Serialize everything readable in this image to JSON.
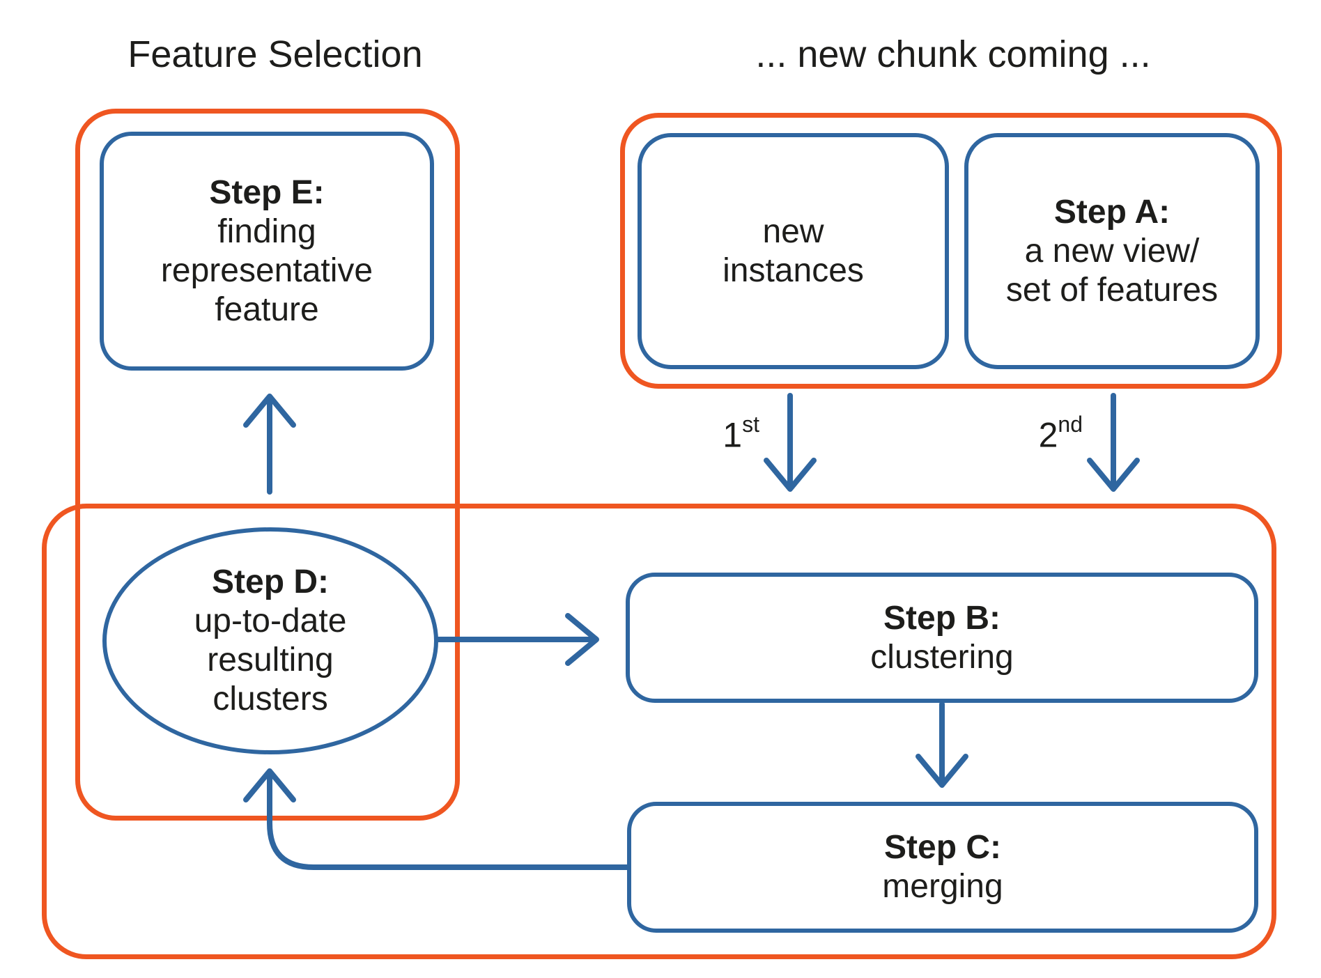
{
  "titles": {
    "left": "Feature Selection",
    "right": "... new chunk coming ..."
  },
  "colors": {
    "orange": "#EF5621",
    "blue": "#2F66A0",
    "text": "#1D1D1B",
    "background": "#FFFFFF"
  },
  "nodes": {
    "step_e": {
      "title": "Step E:",
      "lines": [
        "finding",
        "representative",
        "feature"
      ]
    },
    "new_instances": {
      "lines": [
        "new",
        "instances"
      ]
    },
    "step_a": {
      "title": "Step A:",
      "lines": [
        "a new view/",
        "set of features"
      ]
    },
    "step_d": {
      "title": "Step D:",
      "lines": [
        "up-to-date",
        "resulting",
        "clusters"
      ]
    },
    "step_b": {
      "title": "Step B:",
      "lines": [
        "clustering"
      ]
    },
    "step_c": {
      "title": "Step C:",
      "lines": [
        "merging"
      ]
    }
  },
  "arrow_labels": {
    "first": {
      "base": "1",
      "sup": "st"
    },
    "second": {
      "base": "2",
      "sup": "nd"
    }
  }
}
